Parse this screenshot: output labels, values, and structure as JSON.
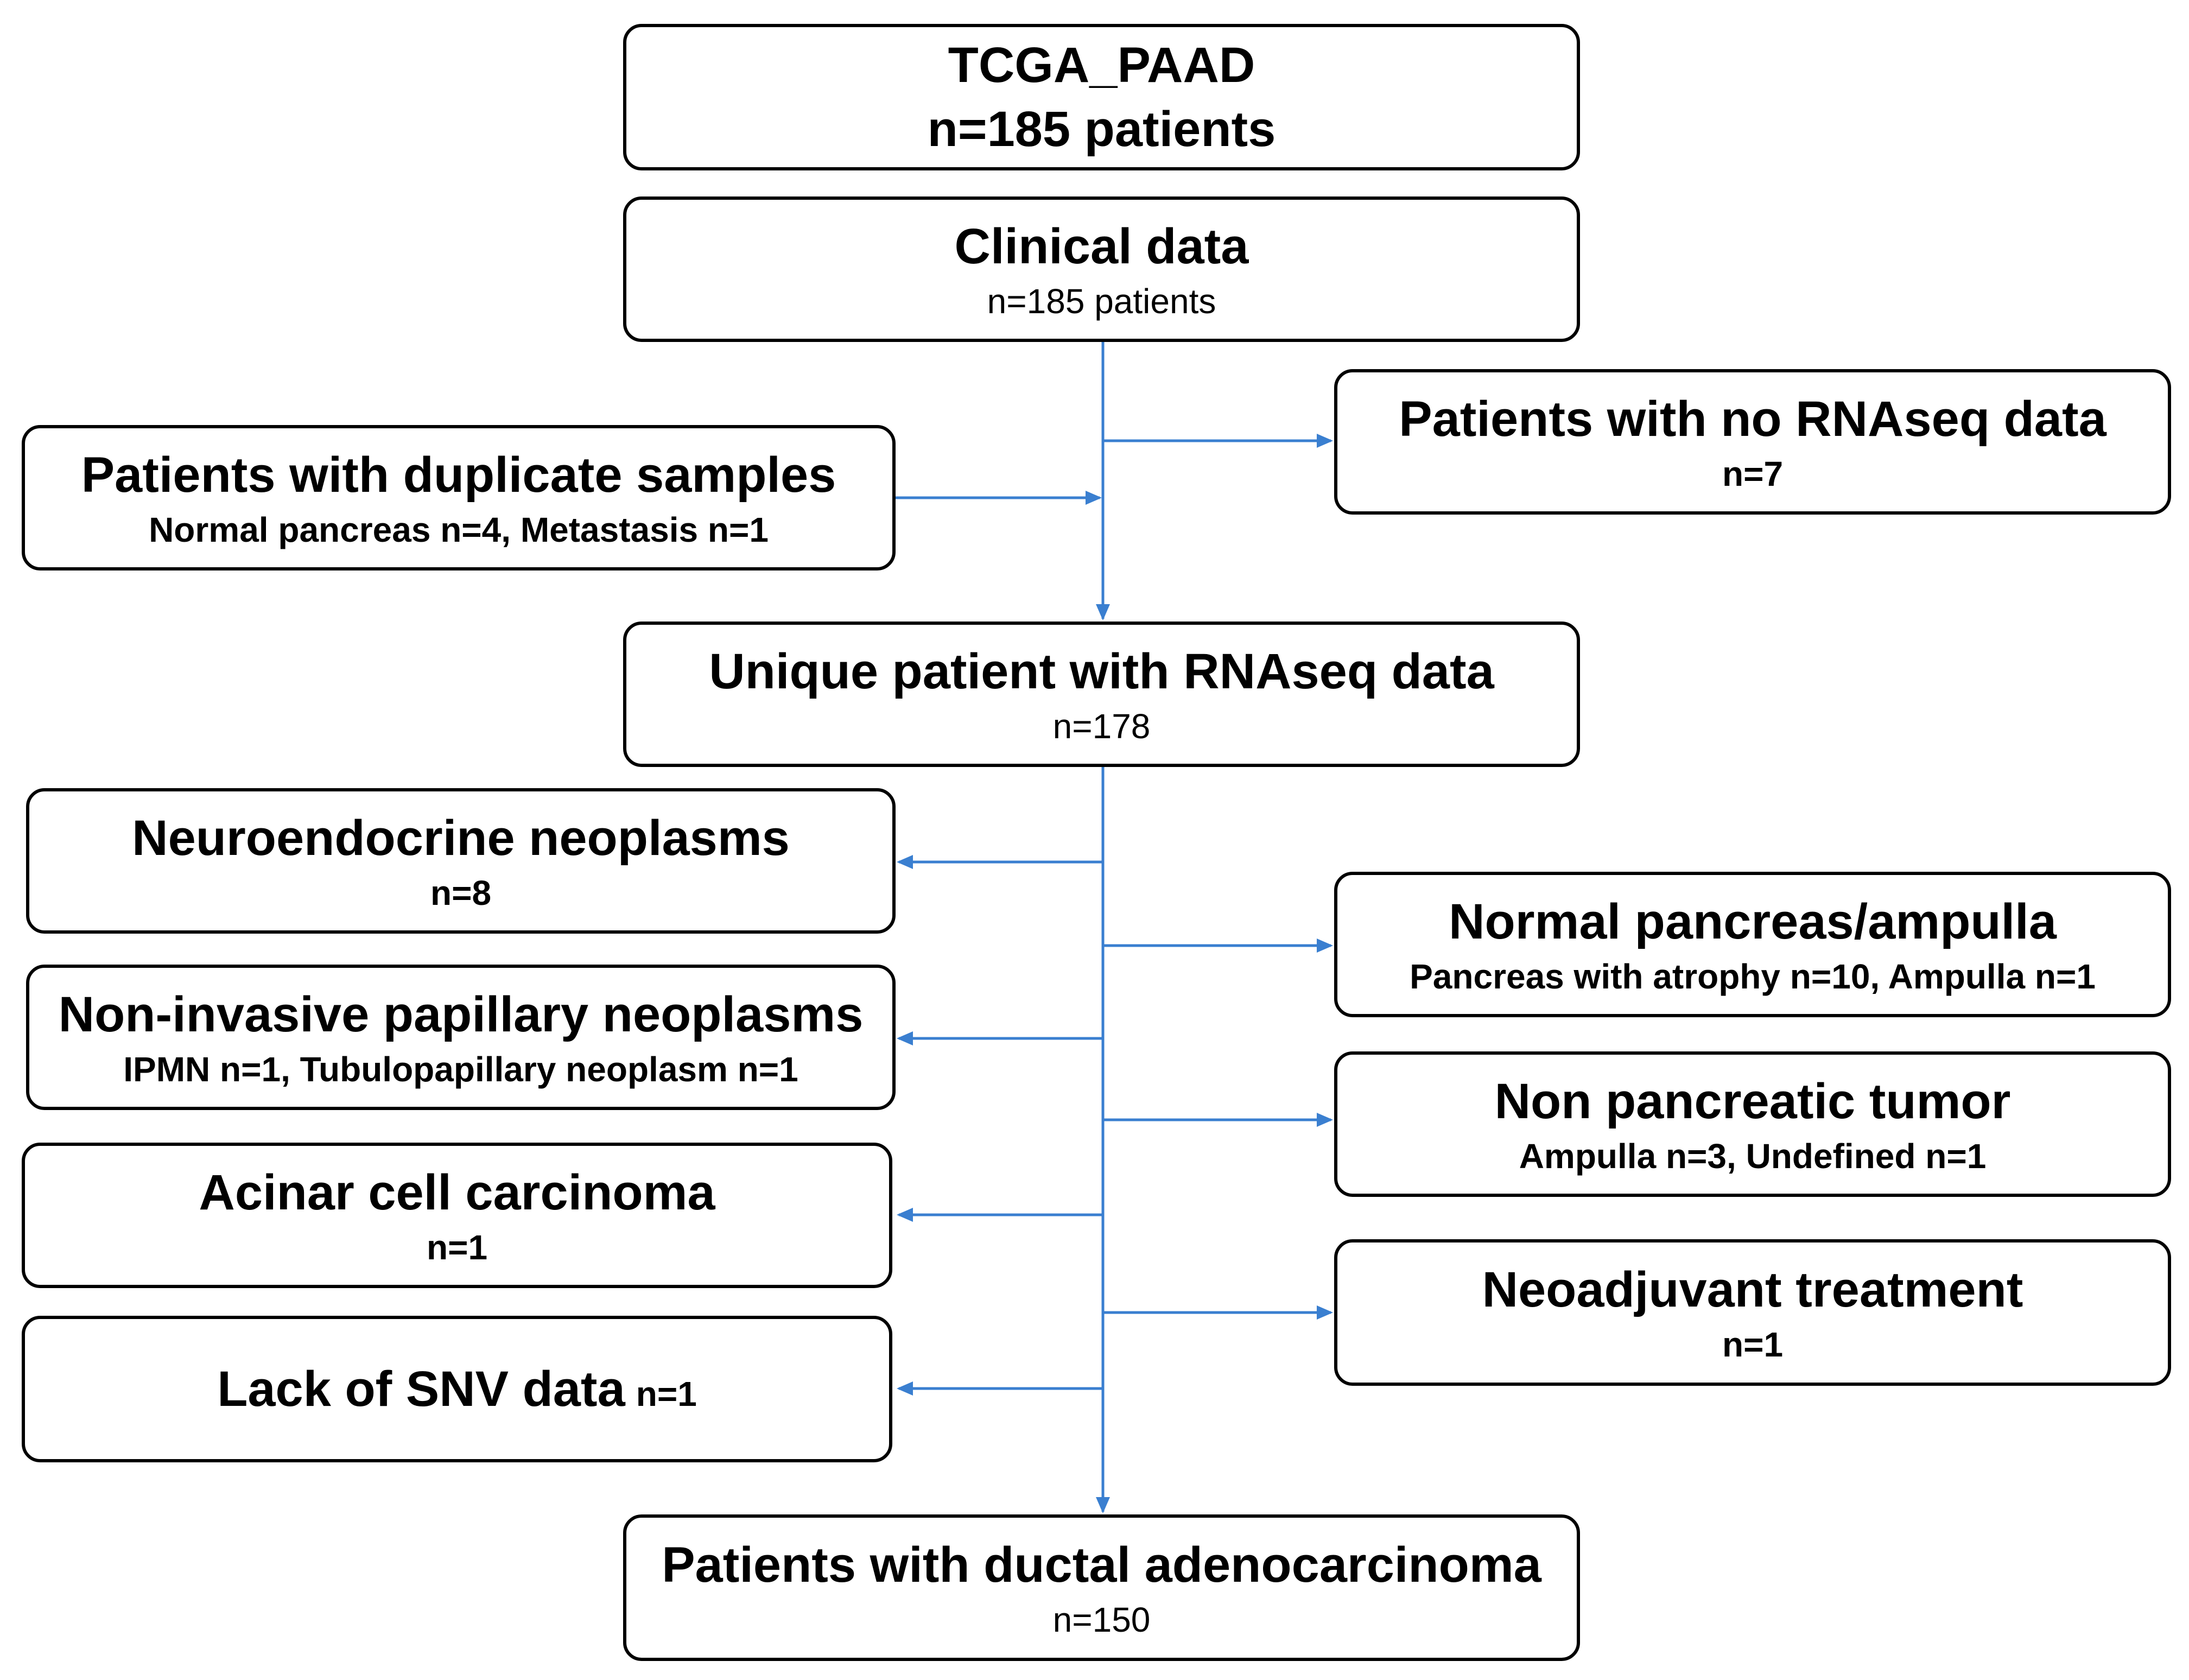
{
  "boxes": {
    "tcga": {
      "title": "TCGA_PAAD",
      "subtitle": "n=185 patients"
    },
    "clinical": {
      "title": "Clinical data",
      "subtitle": "n=185 patients"
    },
    "no_rnaseq": {
      "title": "Patients with no RNAseq data",
      "subtitle": "n=7"
    },
    "duplicate": {
      "title": "Patients with duplicate samples",
      "subtitle": "Normal pancreas n=4, Metastasis n=1"
    },
    "unique": {
      "title": "Unique patient with RNAseq data",
      "subtitle": "n=178"
    },
    "neuroendocrine": {
      "title": "Neuroendocrine neoplasms",
      "subtitle": "n=8"
    },
    "normal_pancreas": {
      "title": "Normal pancreas/ampulla",
      "subtitle": "Pancreas with atrophy n=10, Ampulla n=1"
    },
    "non_invasive": {
      "title": "Non-invasive papillary neoplasms",
      "subtitle": "IPMN n=1, Tubulopapillary neoplasm n=1"
    },
    "non_pancreatic": {
      "title": "Non pancreatic tumor",
      "subtitle": "Ampulla n=3, Undefined n=1"
    },
    "acinar": {
      "title": "Acinar cell carcinoma",
      "subtitle": "n=1"
    },
    "neoadjuvant": {
      "title": "Neoadjuvant treatment",
      "subtitle": "n=1"
    },
    "snv": {
      "title": "Lack of SNV data",
      "subtitle": "n=1"
    },
    "ductal": {
      "title": "Patients with ductal adenocarcinoma",
      "subtitle": "n=150"
    }
  },
  "colors": {
    "connector": "#3a7fd0",
    "border": "#000000"
  }
}
